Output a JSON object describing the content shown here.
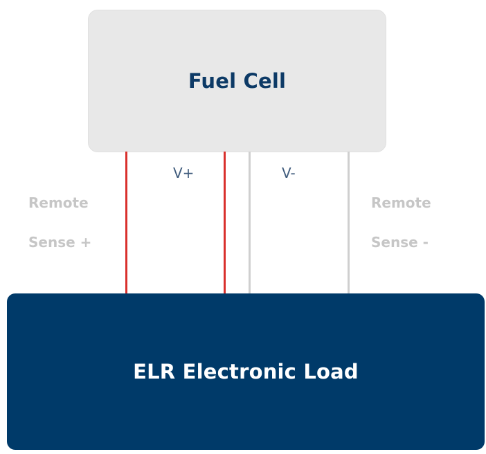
{
  "fuel_cell": {
    "label": "Fuel Cell",
    "color": "#e8e8e8",
    "text_color": "#0d3a66"
  },
  "load": {
    "label": "ELR Electronic Load",
    "color": "#003a69",
    "text_color": "#ffffff"
  },
  "terminals": {
    "v_plus": "V+",
    "v_minus": "V-"
  },
  "remote_sense": {
    "left_line1": "Remote",
    "left_line2": "Sense +",
    "right_line1": "Remote",
    "right_line2": "Sense -"
  },
  "wires": [
    {
      "name": "remote-sense-plus-wire",
      "color": "#d9302c"
    },
    {
      "name": "v-plus-wire",
      "color": "#d9302c"
    },
    {
      "name": "v-minus-wire",
      "color": "#cfcfcf"
    },
    {
      "name": "remote-sense-minus-wire",
      "color": "#cfcfcf"
    }
  ]
}
